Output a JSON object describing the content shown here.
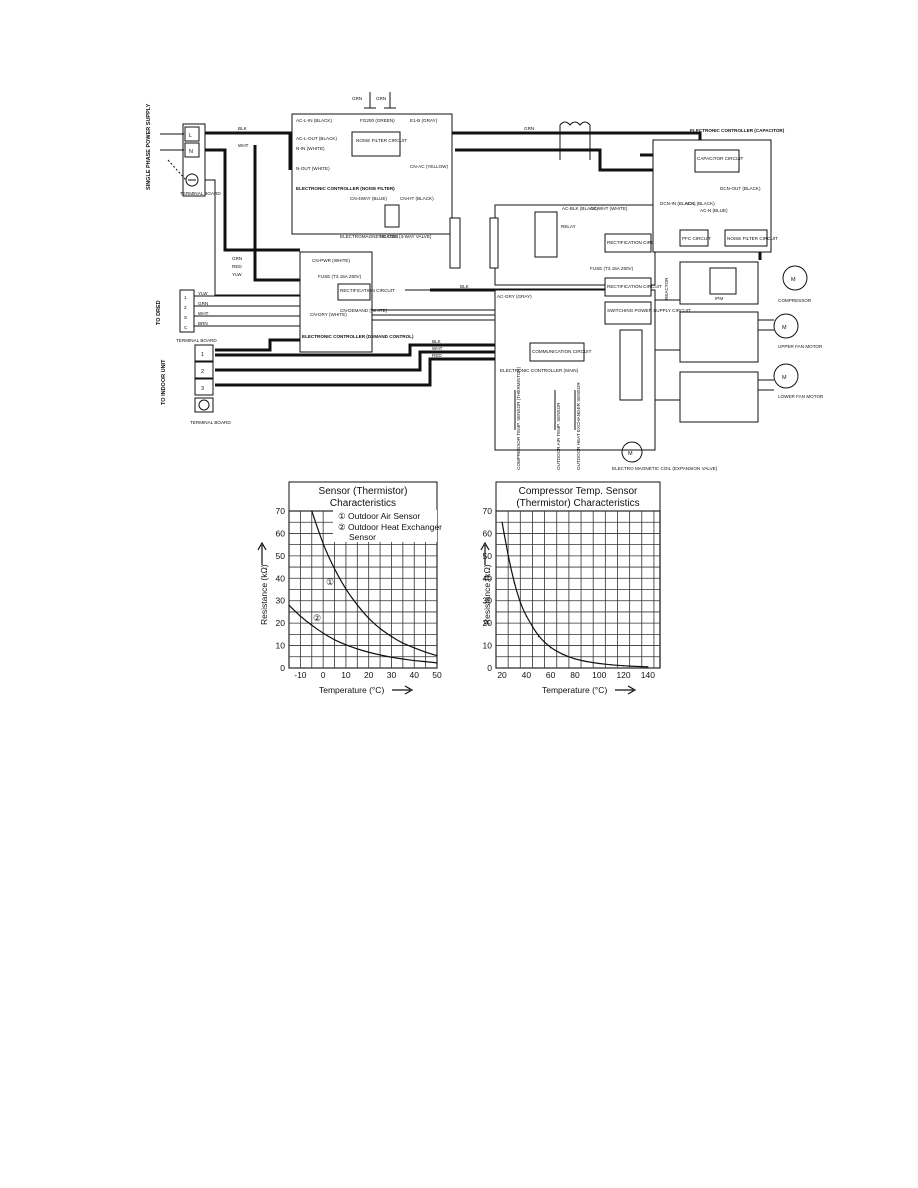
{
  "wiring": {
    "power_supply_label": "SINGLE PHASE POWER SUPPLY",
    "terminal_board_label": "TERMINAL BOARD",
    "terminal_L": "L",
    "terminal_N": "N",
    "to_dred_label": "TO DRED",
    "dred_board_label": "TERMINAL BOARD",
    "dred_terminals": [
      "1",
      "2",
      "S",
      "C"
    ],
    "dred_wires": [
      "YLW",
      "GRN",
      "WHT",
      "BRN"
    ],
    "to_indoor_label": "TO INDOOR UNIT",
    "indoor_board_label": "TERMINAL BOARD",
    "indoor_terminals": [
      "1",
      "2",
      "3"
    ],
    "wire_labels": {
      "blk": "BLK",
      "wht": "WHT",
      "grn": "GRN",
      "red": "RED",
      "ylw": "YLW",
      "grn_ylw": "GRN"
    },
    "noise_filter": {
      "title": "NOISE FILTER CIRCUIT",
      "controller": "ELECTRONIC CONTROLLER (NOISE FILTER)",
      "ac_l_in": "AC-L-IN (BLACK)",
      "ac_l_out": "AC-L-OUT (BLACK)",
      "n_in": "N-IN (WHITE)",
      "n_out": "N-OUT (WHITE)",
      "fg": "FG200 (GREEN)",
      "e": "E1-B (GRAY)",
      "cn": "CN-AC (YELLOW)"
    },
    "demand": {
      "controller": "ELECTRONIC CONTROLLER (DEMAND CONTROL)",
      "rect": "RECTIFICATION CIRCUIT",
      "fuse": "FUSE (T3.15A 250V)",
      "cn_pwr": "CN-PWR (WHITE)",
      "cn_dmd": "CN-DEMAND (WHITE)",
      "cn_dry": "CN-DRY (WHITE)"
    },
    "main": {
      "controller": "ELECTRONIC CONTROLLER (MAIN)",
      "rect1": "RECTIFICATION CIRCUIT",
      "rect2": "RECTIFICATION CIRCUIT",
      "switching": "SWITCHING POWER SUPPLY CIRCUIT",
      "comm": "COMMUNICATION CIRCUIT",
      "fuse": "FUSE (T3.15A 250V)",
      "ac_blk": "AC-BLK (BLACK)",
      "ac_wht": "AC-WHT (WHITE)",
      "ac_gry": "AC-GRY (GRAY)",
      "relay": "RELAY",
      "heater": "HEATER",
      "reactor": "ELECTROMAGNETIC COIL (4-WAY VALVE)",
      "cn_4way": "CN-4WAY (BLUE)",
      "cn_ht": "CN-HT (BLACK)"
    },
    "capacitor": {
      "controller": "ELECTRONIC CONTROLLER (CAPACITOR)",
      "cap_circuit": "CAPACITOR CIRCUIT",
      "pfc": "PFC CIRCUIT",
      "nf": "NOISE FILTER CIRCUIT",
      "dcn_out": "DCN-OUT (BLACK)",
      "ac_l": "AC-L (BLACK)",
      "ac_n": "AC-N (BLUE)",
      "dcn_in": "DCN-IN (BLACK)"
    },
    "compressor_label": "COMPRESSOR",
    "ipm_label": "IPM",
    "upper_fan_label": "UPPER FAN MOTOR",
    "lower_fan_label": "LOWER FAN MOTOR",
    "reactor_label": "REACTOR",
    "thermistor_labels": [
      "COMPRESSOR TEMP. SENSOR (THERMISTOR)",
      "OUTDOOR AIR TEMP. SENSOR",
      "OUTDOOR HEAT EXCHANGER SENSOR"
    ],
    "expansion_label": "ELECTRO MAGNETIC COIL (EXPANSION VALVE)",
    "motor_symbol": "M",
    "ground_label": "GRN"
  },
  "chart_data": [
    {
      "type": "line",
      "title": "Sensor (Thermistor) Characteristics",
      "xlabel": "Temperature (°C)",
      "ylabel": "Resistance (kΩ)",
      "xlim": [
        -15,
        50
      ],
      "ylim": [
        0,
        70
      ],
      "x_ticks": [
        -10,
        0,
        10,
        20,
        30,
        40,
        50
      ],
      "y_ticks": [
        0,
        10,
        20,
        30,
        40,
        50,
        60,
        70
      ],
      "legend": [
        "① Outdoor Air Sensor",
        "② Outdoor Heat Exchanger Sensor"
      ],
      "curve_markers": [
        "①",
        "②"
      ],
      "grid": true,
      "series": [
        {
          "name": "Outdoor Air Sensor",
          "x": [
            -5,
            0,
            5,
            10,
            15,
            20,
            25,
            30,
            35,
            40,
            45,
            50
          ],
          "y": [
            70,
            55,
            44,
            35,
            28,
            22,
            17.5,
            14,
            11,
            9,
            7,
            5.5
          ]
        },
        {
          "name": "Outdoor Heat Exchanger Sensor",
          "x": [
            -15,
            -10,
            -5,
            0,
            5,
            10,
            15,
            20,
            25,
            30,
            35,
            40,
            45,
            50
          ],
          "y": [
            28,
            23,
            19,
            15.5,
            12.5,
            10.3,
            8.5,
            7,
            5.8,
            4.8,
            4,
            3.3,
            2.8,
            2.3
          ]
        }
      ]
    },
    {
      "type": "line",
      "title": "Compressor Temp. Sensor (Thermistor) Characteristics",
      "xlabel": "Temperature (°C)",
      "ylabel": "Resistance (kΩ)",
      "xlim": [
        15,
        150
      ],
      "ylim": [
        0,
        70
      ],
      "x_ticks": [
        20,
        40,
        60,
        80,
        100,
        120,
        140
      ],
      "y_ticks": [
        0,
        10,
        20,
        30,
        40,
        50,
        60,
        70
      ],
      "grid": true,
      "series": [
        {
          "name": "Compressor Temp. Sensor",
          "x": [
            20,
            25,
            30,
            35,
            40,
            50,
            60,
            70,
            80,
            90,
            100,
            110,
            120,
            130,
            140
          ],
          "y": [
            65,
            50,
            38,
            29,
            23,
            14,
            9,
            6,
            4,
            2.8,
            2,
            1.4,
            1,
            0.7,
            0.5
          ]
        }
      ]
    }
  ]
}
